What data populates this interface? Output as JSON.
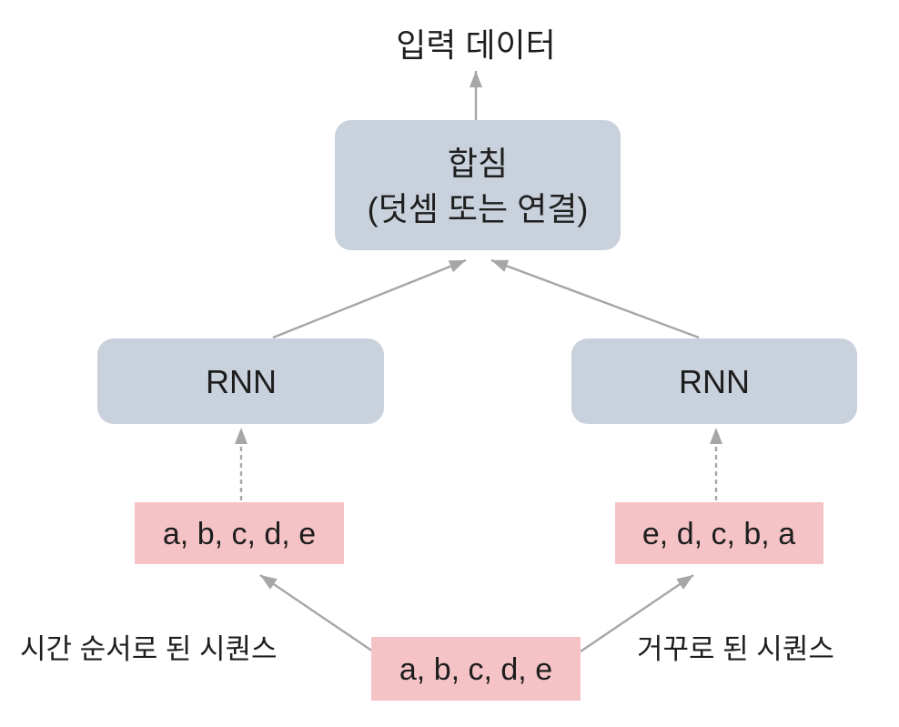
{
  "output": {
    "label": "입력 데이터"
  },
  "merge": {
    "line1": "합침",
    "line2": "(덧셈 또는 연결)"
  },
  "rnn_forward": {
    "label": "RNN"
  },
  "rnn_backward": {
    "label": "RNN"
  },
  "forward_sequence": {
    "label": "a, b, c, d, e"
  },
  "backward_sequence": {
    "label": "e, d, c, b, a"
  },
  "input_sequence": {
    "label": "a, b, c, d, e"
  },
  "annotations": {
    "forward": "시간 순서로 된 시퀀스",
    "backward": "거꾸로 된 시퀀스"
  },
  "colors": {
    "rnn_box": "#c9d1dd",
    "sequence_box": "#f5c3c6",
    "arrow": "#a6a6a6",
    "text": "#1e1e1e"
  }
}
